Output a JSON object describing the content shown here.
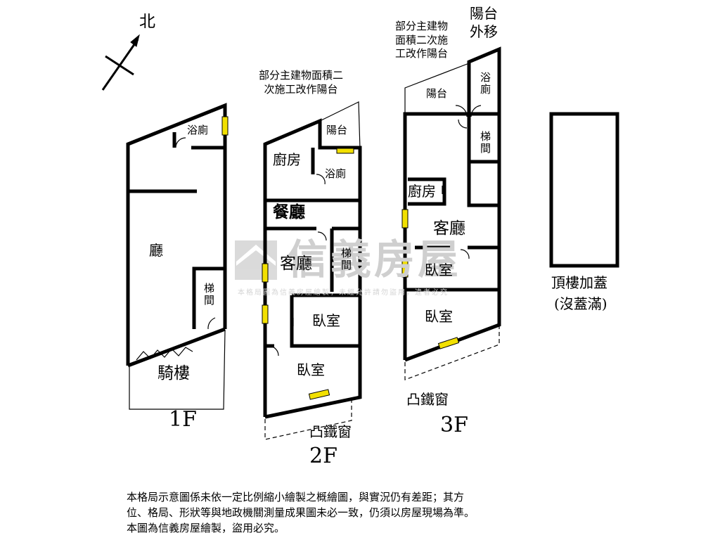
{
  "compass": {
    "north_label": "北"
  },
  "watermark": {
    "brand": "信義房屋",
    "notice": "本格局圖為信義房屋繪製，未經允許請勿盜用，違者必究"
  },
  "floor_1f": {
    "floor_label": "1F",
    "rooms": {
      "bathroom": "浴廁",
      "hall": "廳",
      "stairs": "梯間",
      "arcade": "騎樓"
    }
  },
  "floor_2f": {
    "floor_label": "2F",
    "annotation": "部分主建物面積二\n次施工改作陽台",
    "rooms": {
      "balcony": "陽台",
      "kitchen": "廚房",
      "bathroom": "浴廁",
      "dining": "餐廳",
      "living": "客廳",
      "stairs": "梯間",
      "bedroom_1": "臥室",
      "bedroom_2": "臥室"
    },
    "bay_window": "凸鐵窗"
  },
  "floor_3f": {
    "floor_label": "3F",
    "annotation": "部分主建物\n面積二次施\n工改作陽台",
    "balcony_moved": "陽台\n外移",
    "rooms": {
      "balcony": "陽台",
      "bathroom": "浴廁",
      "stairs": "梯間",
      "kitchen": "廚房",
      "living": "客廳",
      "bedroom_1": "臥室",
      "bedroom_2": "臥室"
    },
    "bay_window": "凸鐵窗"
  },
  "rooftop": {
    "label": "頂樓加蓋",
    "sublabel": "(沒蓋滿)"
  },
  "disclaimer": {
    "line1": "本格局示意圖係未依一定比例縮小繪製之概繪圖，與實況仍有差距；其方",
    "line2": "位、格局、形狀等與地政機關測量成果圖未必一致，仍須以房屋現場為準。",
    "line3": "本圖為信義房屋繪製，盜用必究。"
  },
  "colors": {
    "wall": "#000000",
    "window": "#f2e000",
    "watermark": "#cfcfcf"
  }
}
